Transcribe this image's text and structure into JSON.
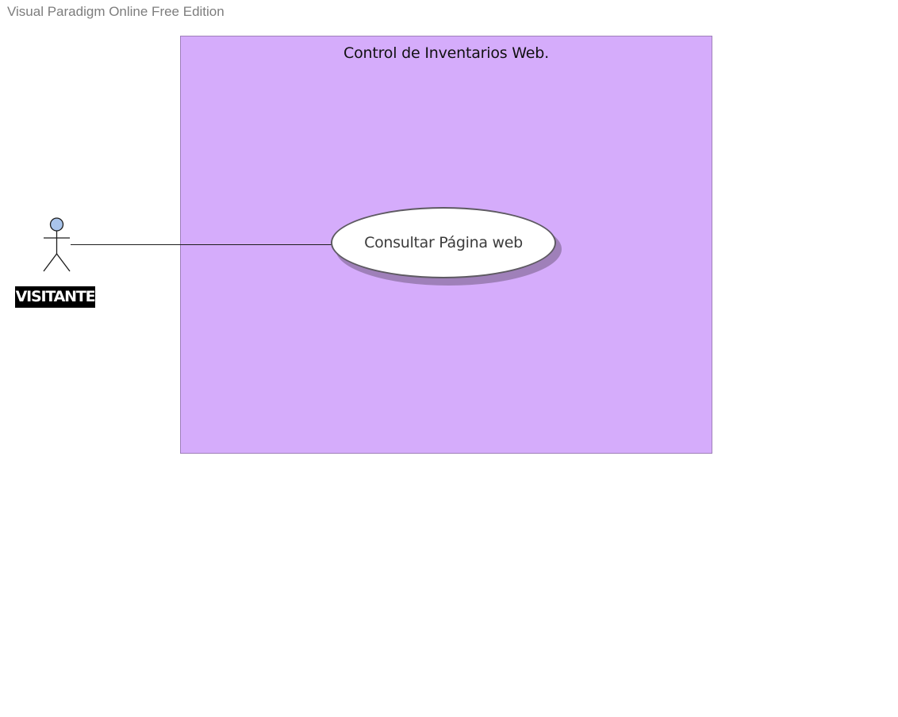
{
  "watermark": {
    "text": "Visual Paradigm Online Free Edition",
    "color": "#7d7d7d"
  },
  "system": {
    "title": "Control de Inventarios Web.",
    "fill_color": "#d5acfb",
    "border_color": "#9f80b9"
  },
  "actors": [
    {
      "name": "VISITANTE",
      "head_color": "#a9c4eb",
      "label_background": "#000000",
      "label_color": "#ffffff"
    }
  ],
  "use_cases": [
    {
      "name": "Consultar Página web",
      "fill_color": "#ffffff",
      "border_color": "#5e5a62",
      "shadow_color": "#9f80b9"
    }
  ],
  "associations": [
    {
      "from": "VISITANTE",
      "to": "Consultar Página web"
    }
  ]
}
